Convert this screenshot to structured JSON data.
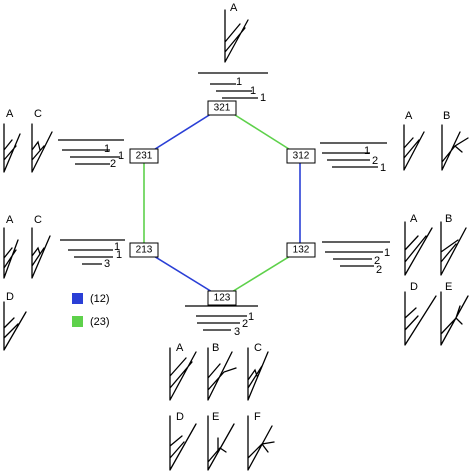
{
  "colors": {
    "blue": "#2a3fd6",
    "green": "#5ed14b"
  },
  "nodes": {
    "top": "321",
    "upper_right": "312",
    "lower_right": "132",
    "bottom": "123",
    "lower_left": "213",
    "upper_left": "231"
  },
  "legend": [
    {
      "label": "(12)",
      "color": "#2a3fd6"
    },
    {
      "label": "(23)",
      "color": "#5ed14b"
    }
  ],
  "stacks": {
    "top": [
      "1",
      "1",
      "1"
    ],
    "upper_right": [
      "1",
      "2",
      "1"
    ],
    "lower_right": [
      "1",
      "2",
      "2"
    ],
    "bottom": [
      "1",
      "2",
      "3"
    ],
    "lower_left": [
      "1",
      "1",
      "3"
    ],
    "upper_left": [
      "1",
      "1",
      "2"
    ]
  },
  "tree_labels": {
    "top": [
      "A"
    ],
    "upper_right": [
      "A",
      "B"
    ],
    "lower_right": [
      "A",
      "B",
      "D",
      "E"
    ],
    "bottom": [
      "A",
      "B",
      "C",
      "D",
      "E",
      "F"
    ],
    "lower_left": [
      "A",
      "C",
      "D"
    ],
    "upper_left": [
      "A",
      "C"
    ]
  }
}
